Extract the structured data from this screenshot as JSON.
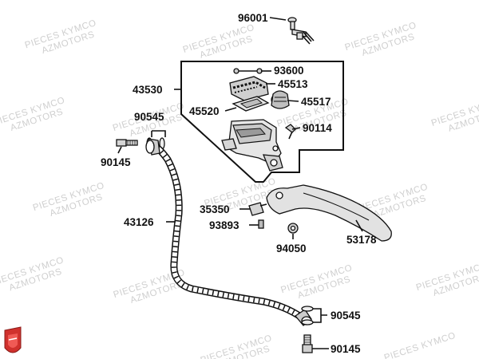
{
  "watermark": {
    "line1": "PIECES KYMCO",
    "line2": "AZMOTORS"
  },
  "parts": {
    "p96001": "96001",
    "p93600": "93600",
    "p43530": "43530",
    "p45513": "45513",
    "p45517": "45517",
    "p45520": "45520",
    "p90545_top": "90545",
    "p90114": "90114",
    "p90145_top": "90145",
    "p35350": "35350",
    "p43126": "43126",
    "p93893": "93893",
    "p94050": "94050",
    "p53178": "53178",
    "p90545_bottom": "90545",
    "p90145_bottom": "90145"
  },
  "colors": {
    "logo_red": "#d0312d",
    "line": "#111111",
    "part_fill": "#e8e8e8",
    "watermark": "#cfcfcf"
  },
  "icons": {
    "logo": "kymco-shield-logo"
  }
}
